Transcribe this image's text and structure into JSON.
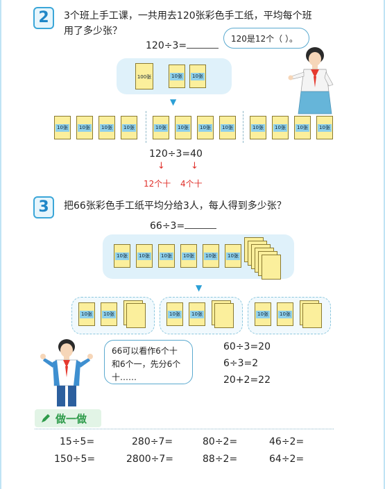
{
  "q2": {
    "number": "2",
    "text_line1": "3个班上手工课，一共用去120张彩色手工纸，平均每个班",
    "text_line2": "用了多少张？",
    "equation_prompt": "120÷3=",
    "bubble": "120是12个（   ）。",
    "packet_big_label": "100张",
    "packet_label": "10张",
    "equation_result": "120÷3=40",
    "ann_left": "12个十",
    "ann_right": "4个十"
  },
  "q3": {
    "number": "3",
    "text": "把66张彩色手工纸平均分给3人，每人得到多少张？",
    "equation_prompt": "66÷3=",
    "packet_label": "10张",
    "bubble_line1": "66可以看作6个十",
    "bubble_line2": "和6个一，先分6个",
    "bubble_line3": "十……",
    "work1": "60÷3=20",
    "work2": "6÷3=2",
    "work3": "20+2=22"
  },
  "practice": {
    "title": "做一做",
    "row1": [
      "15÷5=",
      "280÷7=",
      "80÷2=",
      "46÷2="
    ],
    "row2": [
      "150÷5=",
      "2800÷7=",
      "88÷2=",
      "64÷2="
    ]
  },
  "colors": {
    "accent": "#3aa6d8",
    "tray": "#dff1fa",
    "packet": "#fbef9c",
    "red": "#e0302a",
    "green": "#2e9b4a"
  }
}
